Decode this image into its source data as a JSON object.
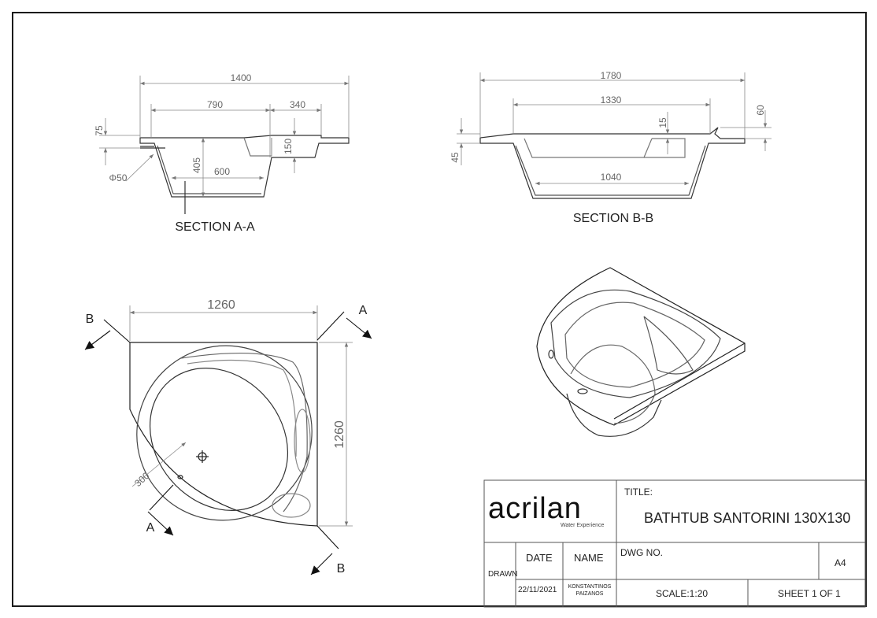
{
  "drawing": {
    "section_aa": {
      "label": "SECTION A-A",
      "dims": [
        "1400",
        "790",
        "340",
        "75",
        "150",
        "405",
        "600",
        "Φ50"
      ]
    },
    "section_bb": {
      "label": "SECTION B-B",
      "dims": [
        "1780",
        "1330",
        "15",
        "60",
        "45",
        "1040"
      ]
    },
    "plan": {
      "dims": [
        "1260",
        "1260",
        "300"
      ],
      "markers": [
        "B",
        "A",
        "A",
        "B"
      ]
    }
  },
  "title_block": {
    "logo_text": "acrilan",
    "logo_tagline": "Water Experience",
    "title_label": "TITLE:",
    "title_value": "BATHTUB SANTORINI 130X130",
    "date_header": "DATE",
    "name_header": "NAME",
    "dwg_label": "DWG NO.",
    "size_value": "A4",
    "drawn_label": "DRAWN",
    "date_value": "22/11/2021",
    "name_line1": "KONSTANTINOS",
    "name_line2": "PAIZANOS",
    "scale_value": "SCALE:1:20",
    "sheet_value": "SHEET 1 OF 1"
  }
}
